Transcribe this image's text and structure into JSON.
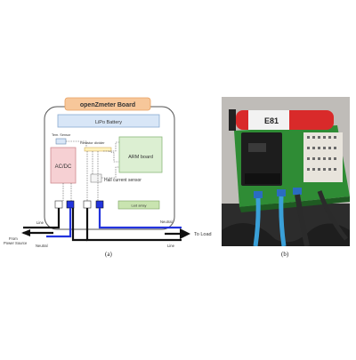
{
  "diagram": {
    "title": "openZmeter Board",
    "battery": "LiPo Battery",
    "temp_sensor": "Tem. Sensor",
    "resistor_divider": "Resistor divider",
    "acdc": "AC/DC",
    "arm": "ARM board",
    "hall": "Hall current sensor",
    "led": "Led array",
    "line_in": "Line",
    "neutral_in": "Neutral",
    "from_source": "From\nPower Source",
    "neutral_out": "Neutral",
    "line_out": "Line",
    "to_load": "To Load",
    "caption": "(a)"
  },
  "photo": {
    "caption": "(b)",
    "label_marking": "E81"
  },
  "colors": {
    "title_bg": "#f7c79a",
    "title_border": "#e8a060",
    "battery_bg": "#d8e6f7",
    "battery_border": "#8aaad0",
    "acdc_bg": "#f6d0d3",
    "acdc_border": "#d08a90",
    "arm_bg": "#dcefd2",
    "arm_border": "#8ab87a",
    "led_bg": "#c9e4b0",
    "hall_bg": "#f5f5f5",
    "neutral_wire": "#2233dd",
    "line_wire": "#111111"
  }
}
